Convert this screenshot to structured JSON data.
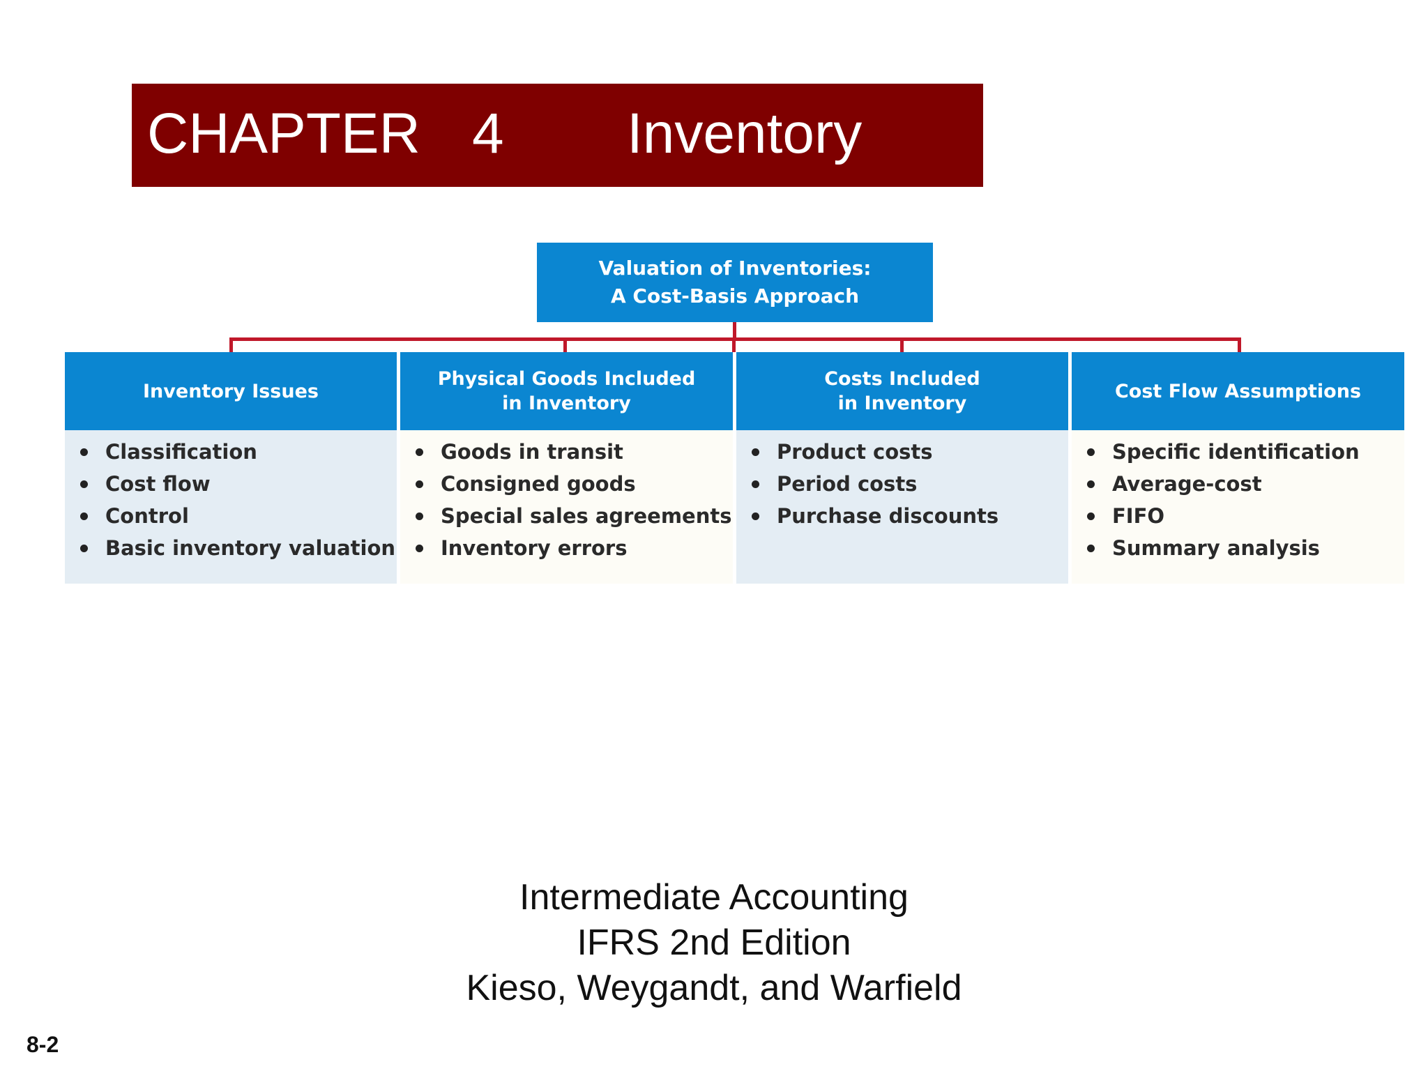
{
  "chapter": {
    "label": "CHAPTER",
    "number": "4",
    "title": "Inventory"
  },
  "diagram": {
    "root": {
      "line1": "Valuation of Inventories:",
      "line2": "A Cost-Basis Approach"
    },
    "columns": [
      {
        "header_lines": [
          "Inventory Issues"
        ],
        "items": [
          "Classification",
          "Cost flow",
          "Control",
          "Basic inventory valuation"
        ]
      },
      {
        "header_lines": [
          "Physical Goods Included",
          "in Inventory"
        ],
        "items": [
          "Goods in transit",
          "Consigned goods",
          "Special sales agreements",
          "Inventory errors"
        ]
      },
      {
        "header_lines": [
          "Costs Included",
          "in Inventory"
        ],
        "items": [
          "Product costs",
          "Period costs",
          "Purchase discounts"
        ]
      },
      {
        "header_lines": [
          "Cost Flow Assumptions"
        ],
        "items": [
          "Specific identification",
          "Average-cost",
          "FIFO",
          "Summary analysis"
        ]
      }
    ],
    "colors": {
      "box_blue": "#0b86d1",
      "connector_red": "#c0182a",
      "banner_maroon": "#7f0000"
    }
  },
  "book": {
    "line1": "Intermediate Accounting",
    "line2": "IFRS 2nd Edition",
    "line3": "Kieso, Weygandt, and Warfield"
  },
  "slide_number": "8-2"
}
